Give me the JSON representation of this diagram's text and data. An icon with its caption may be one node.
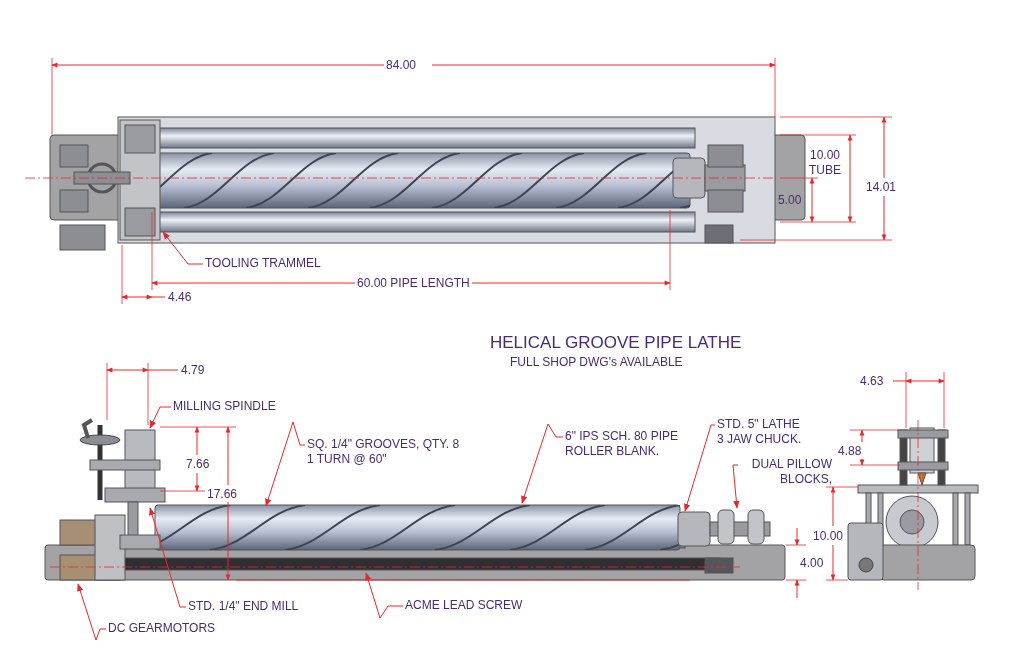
{
  "diagram": {
    "title": "HELICAL GROOVE PIPE LATHE",
    "caption": "FULL SHOP DWG's AVAILABLE",
    "nodes": [
      {
        "text": [
          "TOOLING TRAMMEL"
        ]
      },
      {
        "text": [
          "MILLING SPINDLE"
        ]
      },
      {
        "text": [
          "SQ. 1/4\" GROOVES, QTY. 8 1 TURN @ 60\""
        ]
      },
      {
        "text": [
          "6\" IPS SCH. 80 PIPE ROLLER BLANK."
        ]
      },
      {
        "text": [
          "STD. 5\" LATHE 3 JAW CHUCK."
        ]
      },
      {
        "text": [
          "DUAL PILLOW BLOCKS,"
        ]
      },
      {
        "text": [
          "STD. 1/4\" END MILL"
        ]
      },
      {
        "text": [
          "ACME LEAD SCREW"
        ]
      },
      {
        "text": [
          "DC GEARMOTORS"
        ]
      }
    ],
    "edges": [
      {
        "from": 0,
        "to": null,
        "arrow": "to"
      },
      {
        "from": 1,
        "to": null,
        "arrow": "to"
      },
      {
        "from": 2,
        "to": null,
        "arrow": "to"
      },
      {
        "from": 3,
        "to": null,
        "arrow": "to"
      },
      {
        "from": 4,
        "to": null,
        "arrow": "to"
      },
      {
        "from": 5,
        "to": null,
        "arrow": "to"
      },
      {
        "from": 6,
        "to": null,
        "arrow": "to"
      },
      {
        "from": 7,
        "to": null,
        "arrow": "to"
      },
      {
        "from": 8,
        "to": null,
        "arrow": "to"
      }
    ],
    "labels": [
      "84.00",
      "10.00 TUBE",
      "14.01",
      "5.00",
      "60.00 PIPE LENGTH",
      "4.46",
      "4.79",
      "7.66",
      "17.66",
      "4.63",
      "4.88",
      "10.00",
      "4.00"
    ]
  }
}
